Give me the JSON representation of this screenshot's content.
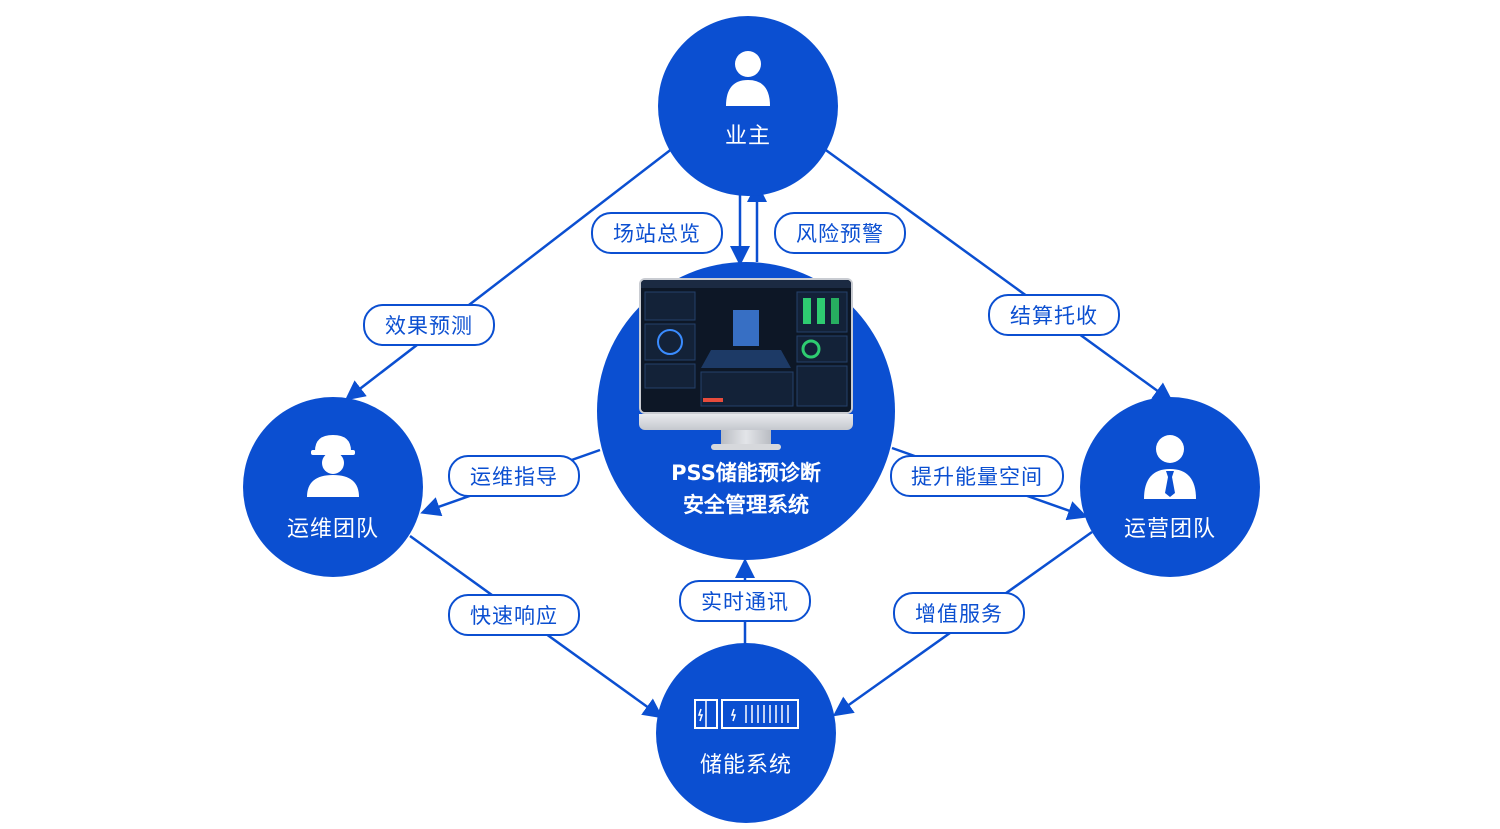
{
  "nodes": {
    "owner": {
      "label": "业主",
      "icon": "person-icon"
    },
    "om_team": {
      "label": "运维团队",
      "icon": "worker-helmet-icon"
    },
    "ops_team": {
      "label": "运营团队",
      "icon": "businessman-tie-icon"
    },
    "storage": {
      "label": "储能系统",
      "icon": "battery-cabinet-icon"
    },
    "center": {
      "title_line1": "PSS储能预诊断",
      "title_line2": "安全管理系统",
      "icon": "monitor-dashboard-icon"
    }
  },
  "edges": {
    "site_overview": "场站总览",
    "risk_warning": "风险预警",
    "effect_prediction": "效果预测",
    "settlement": "结算托收",
    "om_guidance": "运维指导",
    "energy_space": "提升能量空间",
    "quick_response": "快速响应",
    "realtime_comm": "实时通讯",
    "value_added": "增值服务"
  },
  "colors": {
    "primary": "#0b4fd1",
    "background": "#ffffff",
    "text_on_primary": "#ffffff"
  }
}
